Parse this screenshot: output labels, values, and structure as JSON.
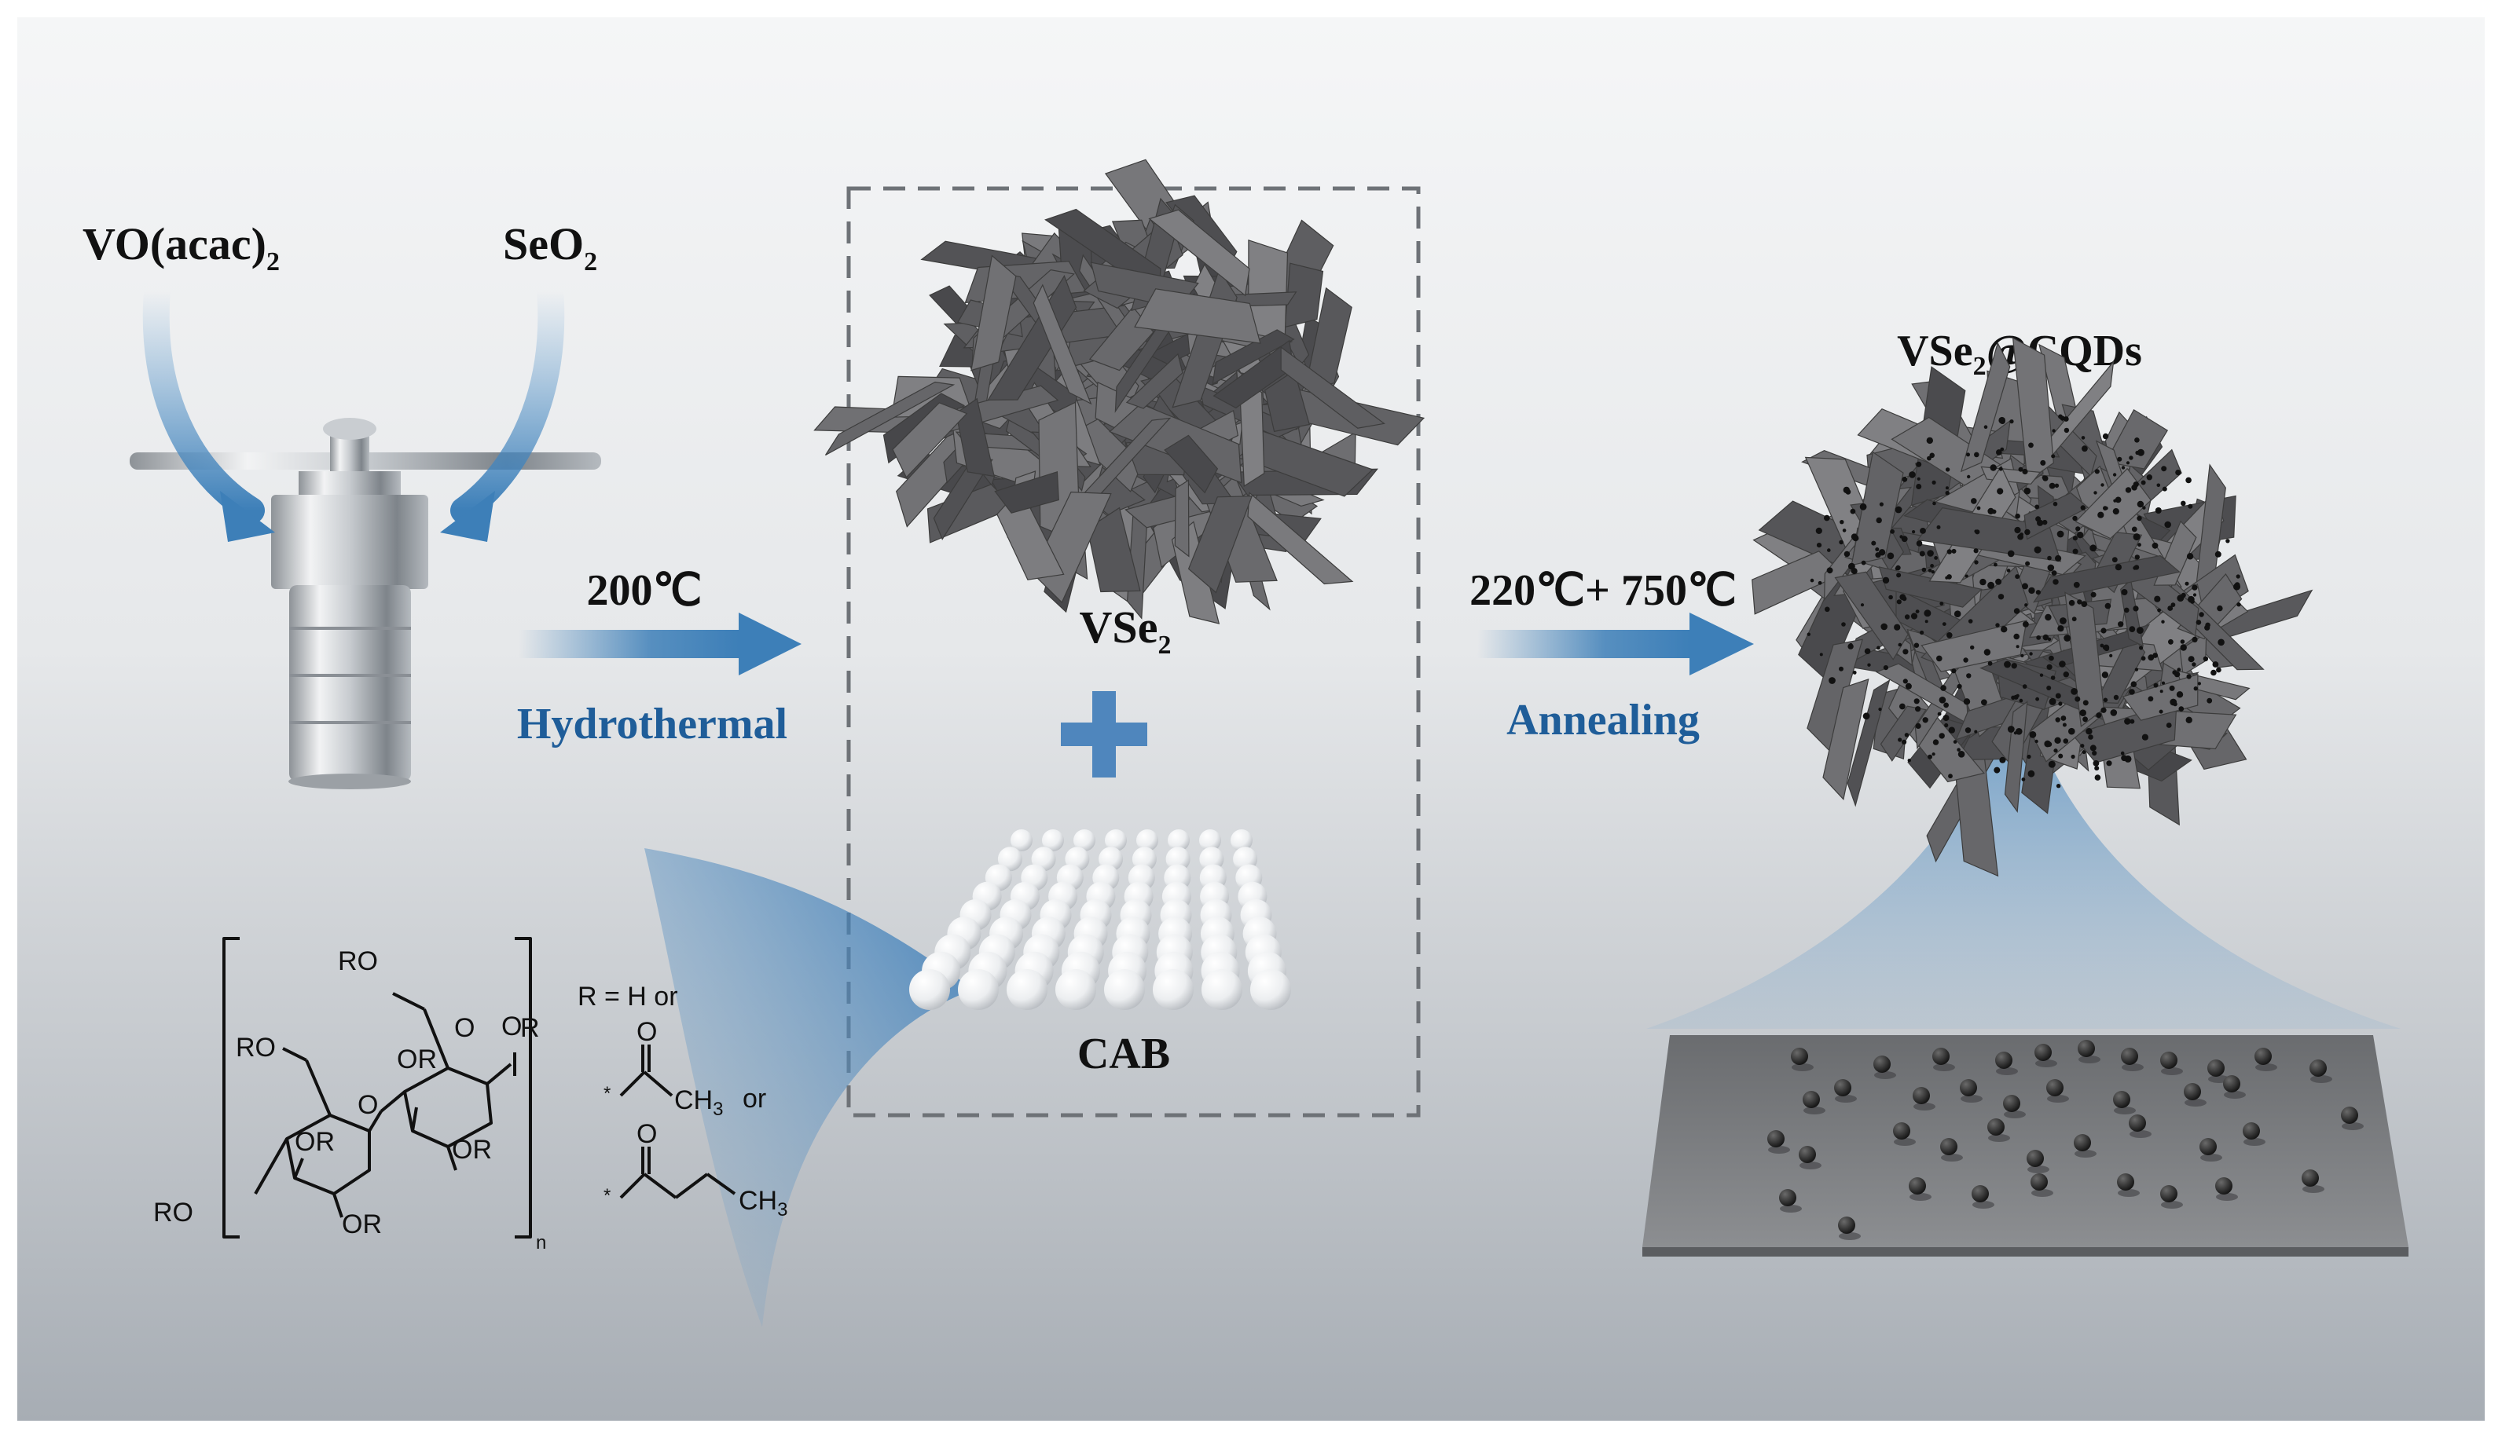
{
  "colors": {
    "background_top": "#f4f5f6",
    "background_bottom": "#a9afb6",
    "arrow_blue": "#3d7fb8",
    "label_blue": "#1f5d99",
    "plus_blue": "#4f86bd",
    "flake_gray": "#5f5f5f"
  },
  "reagents": {
    "precursor_1": "VO(acac)",
    "precursor_1_sub": "2",
    "precursor_2": "SeO",
    "precursor_2_sub": "2"
  },
  "steps": {
    "step_1_temperature": "200℃",
    "step_1_name": "Hydrothermal",
    "step_2_temperature": "220℃+ 750℃",
    "step_2_name": "Annealing"
  },
  "intermediates": {
    "vse2_label": "VSe",
    "vse2_sub": "2",
    "plus_sign": "+",
    "cab_label": "CAB"
  },
  "product": {
    "label": "VSe",
    "label_sub": "2",
    "label_suffix": "@CQDs"
  },
  "structure": {
    "substituent_definition": "R = H or",
    "or_1": "or",
    "ro_top": "RO",
    "ro_left": "RO",
    "ro_bottom": "RO",
    "or_a": "OR",
    "or_b": "OR",
    "or_c": "OR",
    "or_d": "OR",
    "ring_o_1": "O",
    "ring_o_2": "O",
    "ring_o_3": "O",
    "r_end": "R",
    "repeat_n": "n",
    "acetyl_o": "O",
    "acetyl_ch3": "CH",
    "acetyl_ch3_sub": "3",
    "butyryl_o": "O",
    "butyryl_ch3": "CH",
    "butyryl_ch3_sub": "3",
    "attachment_mark_1": "*",
    "attachment_mark_2": "*"
  },
  "icons": [
    "autoclave-icon",
    "nanoflower-icon",
    "sphere-array-icon",
    "quantum-dot-surface-icon"
  ]
}
